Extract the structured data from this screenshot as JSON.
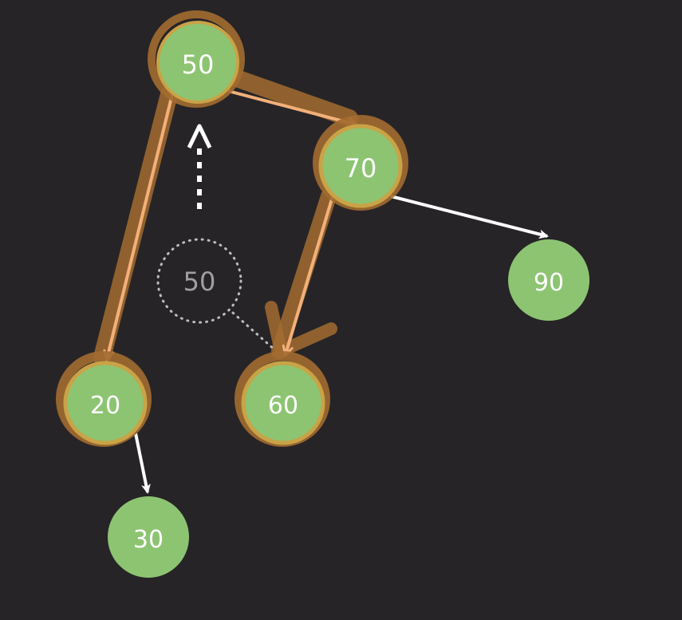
{
  "colors": {
    "background": "#262427",
    "node_fill": "#8dc472",
    "node_text": "#ffffff",
    "edge": "#ffffff",
    "highlight_edge": "#f3b07a",
    "highlight_stroke": "#b07536",
    "ghost": "#bdbdbd"
  },
  "nodes": [
    {
      "id": "root",
      "label": "50",
      "highlight": true
    },
    {
      "id": "right",
      "label": "70",
      "highlight": true
    },
    {
      "id": "right-right",
      "label": "90",
      "highlight": false
    },
    {
      "id": "left",
      "label": "20",
      "highlight": true
    },
    {
      "id": "right-left",
      "label": "60",
      "highlight": true
    },
    {
      "id": "left-right",
      "label": "30",
      "highlight": false
    }
  ],
  "ghost_node": {
    "label": "50"
  }
}
